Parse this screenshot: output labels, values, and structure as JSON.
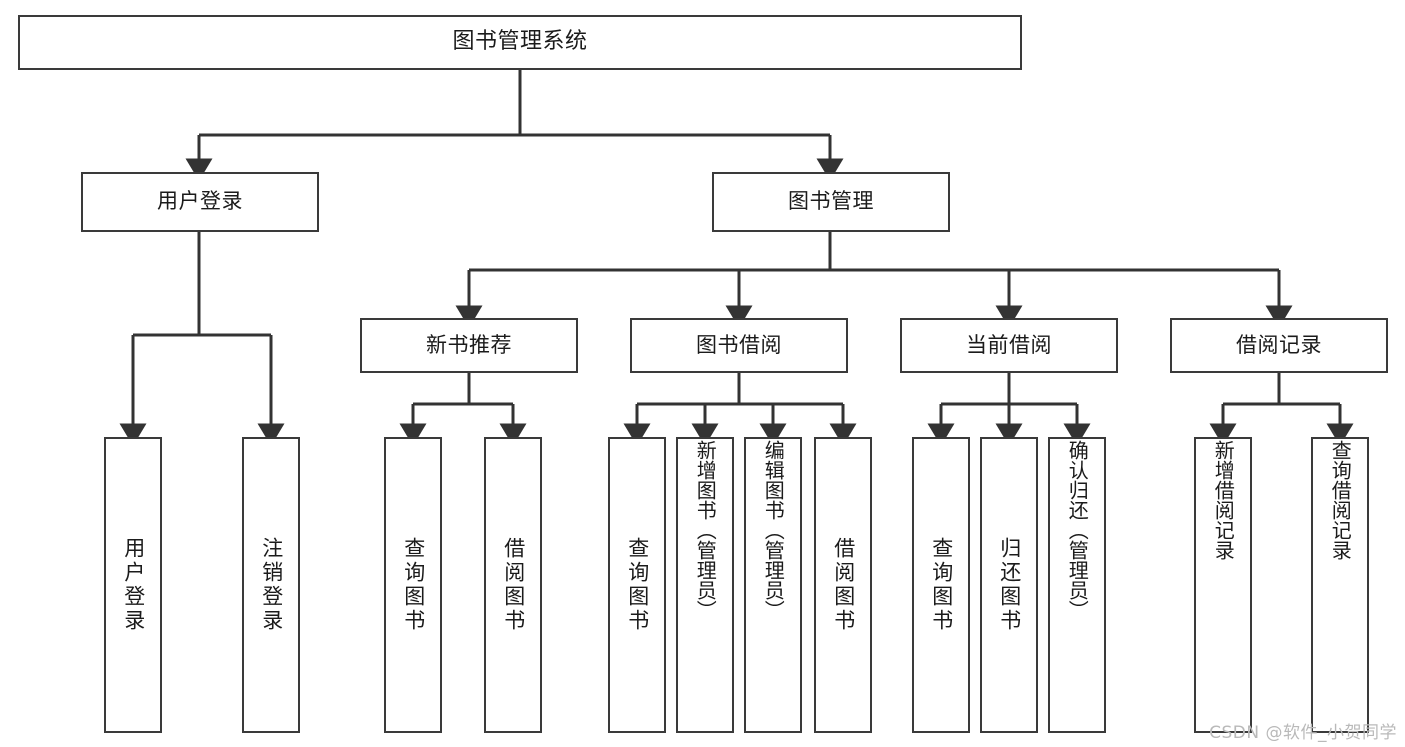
{
  "diagram": {
    "title": "图书管理系统",
    "type": "功能结构图",
    "watermark": "CSDN @软件_小贺同学",
    "colors": {
      "box_border": "#3a3a3a",
      "box_fill": "#ffffff",
      "connector": "#333333",
      "text": "#1b1b1b",
      "watermark": "#b9b9b9",
      "background": "#ffffff"
    },
    "root": {
      "id": "root",
      "label": "图书管理系统"
    },
    "level2": [
      {
        "id": "user-login",
        "label": "用户登录"
      },
      {
        "id": "book-management",
        "label": "图书管理"
      }
    ],
    "level3": [
      {
        "id": "new-book-recommend",
        "label": "新书推荐",
        "parent": "book-management"
      },
      {
        "id": "book-borrow",
        "label": "图书借阅",
        "parent": "book-management"
      },
      {
        "id": "current-borrow",
        "label": "当前借阅",
        "parent": "book-management"
      },
      {
        "id": "borrow-record",
        "label": "借阅记录",
        "parent": "book-management"
      }
    ],
    "leaves": [
      {
        "id": "leaf-user-login",
        "label": "用户登录",
        "parent": "user-login"
      },
      {
        "id": "leaf-logout",
        "label": "注销登录",
        "parent": "user-login"
      },
      {
        "id": "leaf-query-book-1",
        "label": "查询图书",
        "parent": "new-book-recommend"
      },
      {
        "id": "leaf-borrow-book-1",
        "label": "借阅图书",
        "parent": "new-book-recommend"
      },
      {
        "id": "leaf-query-book-2",
        "label": "查询图书",
        "parent": "book-borrow"
      },
      {
        "id": "leaf-add-book",
        "label": "新增图书（管理员）",
        "parent": "book-borrow"
      },
      {
        "id": "leaf-edit-book",
        "label": "编辑图书（管理员）",
        "parent": "book-borrow"
      },
      {
        "id": "leaf-borrow-book-2",
        "label": "借阅图书",
        "parent": "book-borrow"
      },
      {
        "id": "leaf-query-book-3",
        "label": "查询图书",
        "parent": "current-borrow"
      },
      {
        "id": "leaf-return-book",
        "label": "归还图书",
        "parent": "current-borrow"
      },
      {
        "id": "leaf-confirm-return",
        "label": "确认归还（管理员）",
        "parent": "current-borrow"
      },
      {
        "id": "leaf-add-record",
        "label": "新增借阅记录",
        "parent": "borrow-record"
      },
      {
        "id": "leaf-query-record",
        "label": "查询借阅记录",
        "parent": "borrow-record"
      }
    ]
  }
}
